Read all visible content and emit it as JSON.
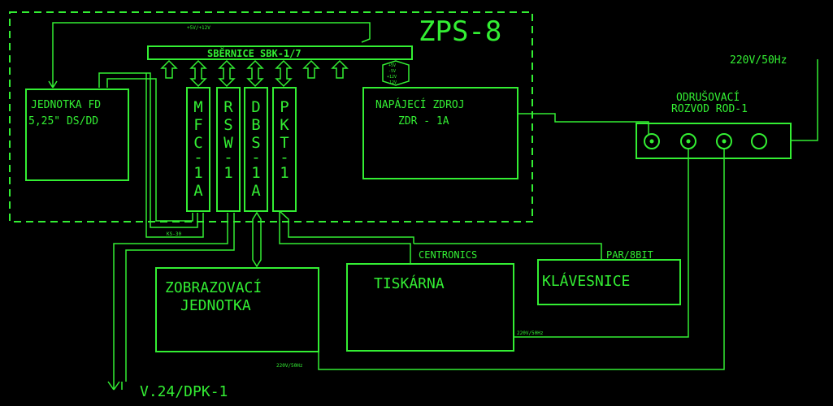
{
  "system_title": "ZPS-8",
  "bus_label": "SBĚRNICE SBK-1/7",
  "supply_top_label": "+5V/+12V",
  "psu_voltages": [
    "+5V",
    "-5V",
    "+12V",
    "-12V"
  ],
  "fdd_unit": {
    "line1": "JEDNOTKA FD",
    "line2": "5,25\" DS/DD"
  },
  "cards": [
    {
      "id": "mfc",
      "chars": [
        "M",
        "F",
        "C",
        "-",
        "1",
        "A"
      ]
    },
    {
      "id": "rsw",
      "chars": [
        "R",
        "S",
        "W",
        "-",
        "1"
      ]
    },
    {
      "id": "dbs",
      "chars": [
        "D",
        "B",
        "S",
        "-",
        "1",
        "A"
      ]
    },
    {
      "id": "pkt",
      "chars": [
        "P",
        "K",
        "T",
        "-",
        "1"
      ]
    }
  ],
  "psu": {
    "line1": "NAPÁJECÍ ZDROJ",
    "line2": "ZDR - 1A"
  },
  "filter": {
    "line1": "ODRUŠOVACÍ",
    "line2": "ROZVOD ROD-1"
  },
  "mains_label": "220V/50Hz",
  "ks_label": "KS-30",
  "display_unit": {
    "line1": "ZOBRAZOVACÍ",
    "line2": "JEDNOTKA"
  },
  "printer": "TISKÁRNA",
  "keyboard": "KLÁVESNICE",
  "centronics_label": "CENTRONICS",
  "par_label": "PAR/8BIT",
  "printer_power_label": "220V/50Hz",
  "display_power_label": "220V/50Hz",
  "serial_label": "V.24/DPK-1",
  "colors": {
    "line": "#33ee33",
    "background": "#000000"
  }
}
